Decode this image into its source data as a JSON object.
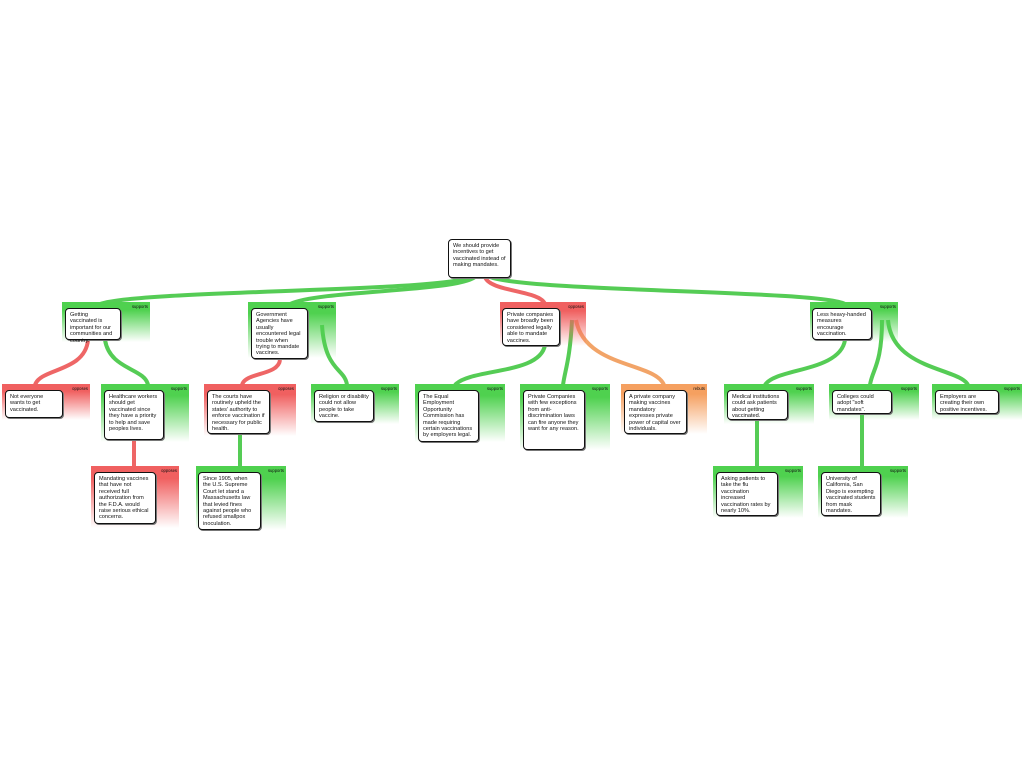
{
  "colors": {
    "supports": "#55cc55",
    "opposes": "#ee6666",
    "rebuts": "#f2a468"
  },
  "root": {
    "text": "We should provide incentives to get vaccinated instead of making mandates."
  },
  "nodes": {
    "n1": {
      "text": "Getting vaccinated is important for our communities and country.",
      "relation": "supports"
    },
    "n2": {
      "text": "Government Agencies have usually encountered legal trouble when trying to mandate vaccines.",
      "relation": "supports"
    },
    "n3": {
      "text": "Private companies have broadly been considered legally able to mandate vaccines.",
      "relation": "opposes"
    },
    "n4": {
      "text": "Less heavy-handed measures encourage vaccination.",
      "relation": "supports"
    },
    "n5": {
      "text": "Not everyone wants to get vaccinated.",
      "relation": "opposes"
    },
    "n6": {
      "text": "Healthcare workers should get vaccinated since they have a priority to help and save peoples lives.",
      "relation": "supports"
    },
    "n7": {
      "text": "The courts have routinely upheld the states' authority to enforce vaccination if necessary for public health.",
      "relation": "opposes"
    },
    "n8": {
      "text": "Religion or disability could not allow people to take vaccine.",
      "relation": "supports"
    },
    "n9": {
      "text": "The Equal Employment Opportunity Commission has made requiring certain vaccinations by employers legal.",
      "relation": "supports"
    },
    "n10": {
      "text": "Private Companies with few exceptions from anti-discrimination laws can fire anyone they want for any reason.",
      "relation": "supports"
    },
    "n11": {
      "text": "A private company making vaccines mandatory expresses private power of capital over individuals.",
      "relation": "rebuts"
    },
    "n12": {
      "text": "Medical institutions could ask patients about getting vaccinated.",
      "relation": "supports"
    },
    "n13": {
      "text": "Colleges could adopt \"soft mandates\".",
      "relation": "supports"
    },
    "n14": {
      "text": "Employers are creating their own positive incentives.",
      "relation": "supports"
    },
    "n15": {
      "text": "Mandating vaccines that have not received full authorization from the F.D.A. would raise serious ethical concerns.",
      "relation": "opposes"
    },
    "n16": {
      "text": "Since 1905, when the U.S. Supreme Court let stand a Massachusetts law that levied fines against people who refused smallpox inoculation.",
      "relation": "supports"
    },
    "n17": {
      "text": "Asking patients to take the flu vaccination increased vaccination rates by nearly 10%.",
      "relation": "supports"
    },
    "n18": {
      "text": "University of California, San Diego is exempting vaccinated students from mask mandates.",
      "relation": "supports"
    }
  }
}
